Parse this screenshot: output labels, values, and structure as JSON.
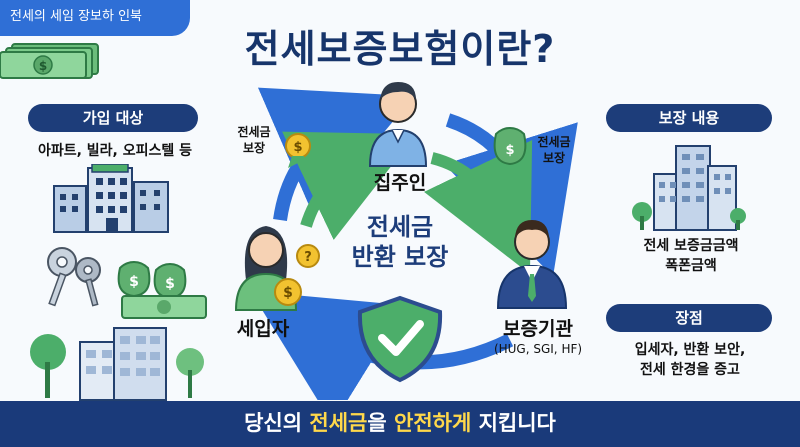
{
  "corner_tag": "전세의 세임 장보하 인북",
  "title": {
    "main": "전세보증보험",
    "suffix": "이란?"
  },
  "left": {
    "pill": "가입 대상",
    "items": "아파트, 빌라, 오피스텔 등"
  },
  "right": {
    "coverage_pill": "보장 내용",
    "coverage_line1": "전세 보증금금액",
    "coverage_line2": "폭폰금액",
    "merit_pill": "장점",
    "merit_line1": "입세자, 반환 보안,",
    "merit_line2": "전세 한경을 증고"
  },
  "center": {
    "landlord": "집주인",
    "tenant": "세입자",
    "guarantor": "보증기관",
    "guarantor_sub": "(HUG, SGI, HF)",
    "core_line1": "전세금",
    "core_line2": "반환 보장",
    "label_left_1": "전세금",
    "label_left_2": "보장",
    "label_right_1": "전세금",
    "label_right_2": "보장"
  },
  "footer": {
    "part1": "당신의 ",
    "hl1": "전세금",
    "part2": "을 ",
    "hl2": "안전하게",
    "part3": " 지킵니다"
  },
  "colors": {
    "navy": "#1d3d7a",
    "blue": "#2f6fd6",
    "green": "#4cae6a",
    "gold": "#f2c230"
  }
}
